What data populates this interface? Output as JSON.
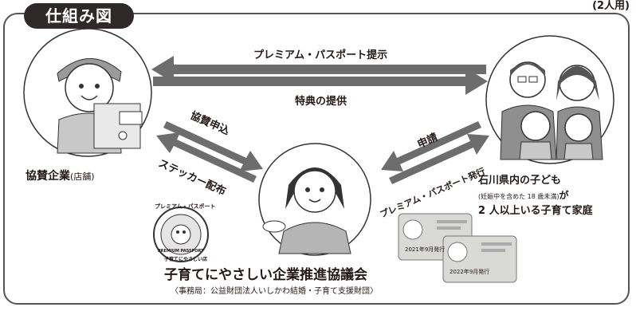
{
  "title": "仕組み図",
  "top_right_note": "(2人用)",
  "arrows": {
    "passport_presentation": "プレミアム・パスポート提示",
    "benefit_provision": "特典の提供",
    "sponsor_application": "協賛申込",
    "sticker_distribution": "ステッカー配布",
    "application": "申請",
    "passport_issuance": "プレミアム・パスポート発行"
  },
  "parties": {
    "company_name": "協賛企業",
    "company_suffix": "(店舗)",
    "council_name": "子育てにやさしい企業推進協議会",
    "council_sub": "〈事務局：公益財団法人いしかわ結婚・子育て支援財団〉",
    "family_line1": "石川県内の子ども",
    "family_note": "(妊娠中を含めた 18 歳未満)",
    "family_ga": "が",
    "family_line2": "2 人以上いる子育て家庭"
  },
  "sticker": {
    "ring_text": "プレミアム・パスポート",
    "inner_text": "PREMIUM PASSPORT",
    "bottom_text": "子育てにやさしい店"
  },
  "cards": [
    {
      "year_label": "2021年9月発行"
    },
    {
      "year_label": "2022年9月発行"
    }
  ],
  "colors": {
    "arrow": "#6d6d6d",
    "badge": "#2f2a29",
    "card": "#d9d9d6"
  }
}
